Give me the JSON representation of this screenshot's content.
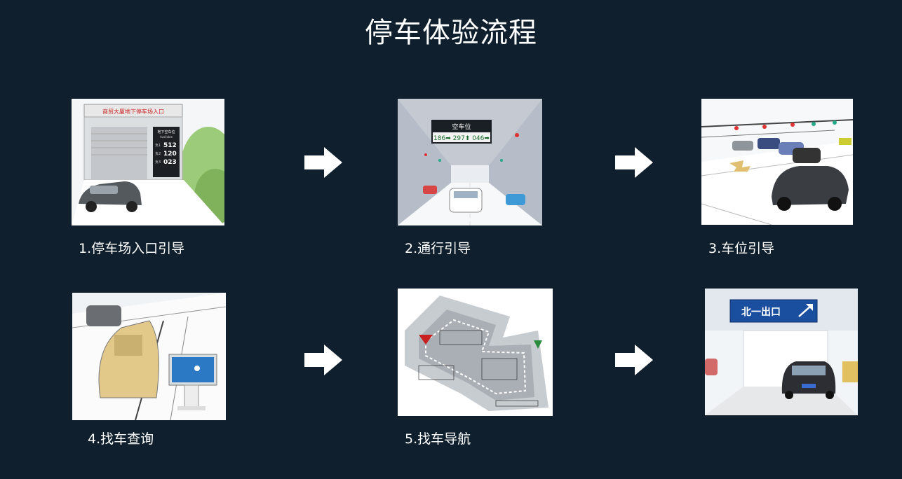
{
  "page": {
    "title": "停车体验流程"
  },
  "steps": [
    {
      "caption": "1.停车场入口引导",
      "image": "parking-entrance-illustration",
      "signboard": "商贸大厦地下停车场入口",
      "display_title": "地下空车位",
      "display_sub": "Available",
      "display_rows": [
        {
          "label": "负1",
          "value": "512"
        },
        {
          "label": "负2",
          "value": "120"
        },
        {
          "label": "负3",
          "value": "023"
        }
      ]
    },
    {
      "caption": "2.通行引导",
      "image": "corridor-guidance-illustration",
      "sign_title": "空车位",
      "sign_values": "186➡ 297⬆ 046➡"
    },
    {
      "caption": "3.车位引导",
      "image": "parking-space-guidance-illustration"
    },
    {
      "caption": "4.找车查询",
      "image": "car-search-kiosk-illustration"
    },
    {
      "caption": "5.找车导航",
      "image": "car-navigation-map-illustration"
    },
    {
      "caption": "",
      "image": "exit-sign-illustration",
      "exit_sign": "北一出口"
    }
  ],
  "colors": {
    "background": "#0f1f2e",
    "text": "#ffffff",
    "arrow": "#ffffff",
    "sign_blue": "#1a4fa0"
  }
}
